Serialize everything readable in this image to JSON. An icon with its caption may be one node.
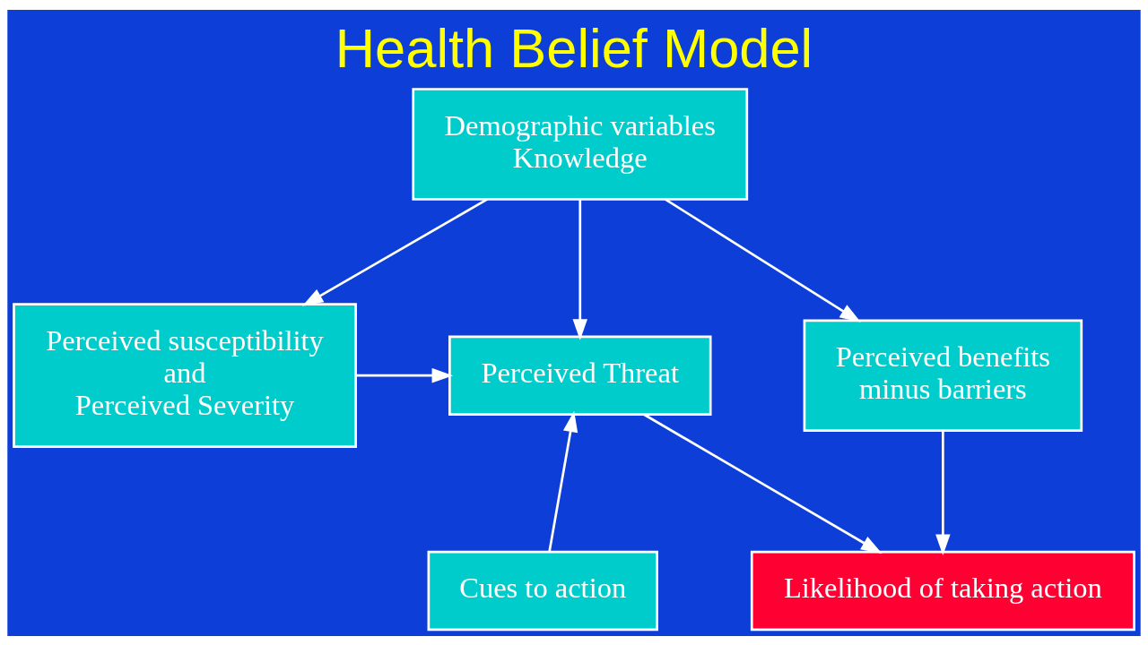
{
  "diagram": {
    "title": "Health Belief Model",
    "nodes": [
      {
        "text": [
          "Demographic variables Knowledge"
        ]
      },
      {
        "text": [
          "Perceived susceptibility and Perceived Severity"
        ]
      },
      {
        "text": [
          "Perceived Threat"
        ]
      },
      {
        "text": [
          "Perceived benefits minus barriers"
        ]
      },
      {
        "text": [
          "Cues to action"
        ]
      },
      {
        "text": [
          "Likelihood of taking action"
        ]
      }
    ],
    "edges": [
      {
        "from": 0,
        "to": 1,
        "arrow": "to"
      },
      {
        "from": 0,
        "to": 2,
        "arrow": "to"
      },
      {
        "from": 0,
        "to": 3,
        "arrow": "to"
      },
      {
        "from": 1,
        "to": 2,
        "arrow": "to"
      },
      {
        "from": 4,
        "to": 2,
        "arrow": "to"
      },
      {
        "from": 2,
        "to": 5,
        "arrow": "to"
      },
      {
        "from": 3,
        "to": 5,
        "arrow": "to"
      }
    ]
  }
}
